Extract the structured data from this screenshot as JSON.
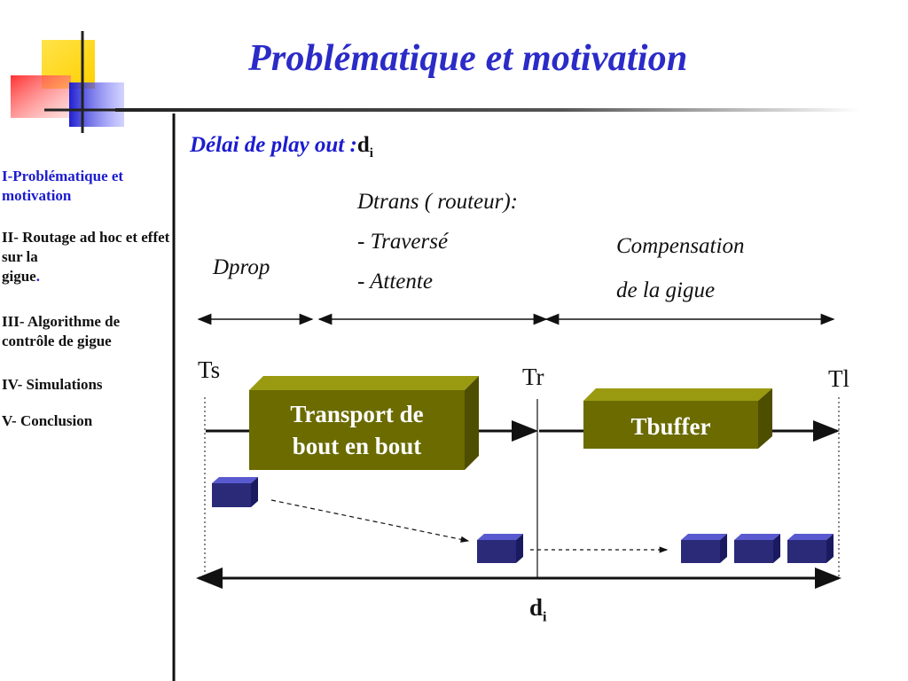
{
  "title": "Problématique et motivation",
  "sidebar": {
    "items": [
      {
        "num": "I-",
        "label": "Problématique et motivation"
      },
      {
        "num": "II-",
        "label": " Routage ad hoc et effet sur la",
        "extra": " gigue",
        "dot": "."
      },
      {
        "num": "III-",
        "label": " Algorithme de contrôle de gigue"
      },
      {
        "num": "IV-",
        "label": " Simulations"
      },
      {
        "num": "V-",
        "label": " Conclusion"
      }
    ]
  },
  "subtitle": {
    "text": "Délai de play out :",
    "var": "d",
    "sub": "i"
  },
  "segments": {
    "dprop": "Dprop",
    "dtrans_title": "Dtrans  ( routeur):",
    "dtrans_item1": "- Traversé",
    "dtrans_item2": "- Attente",
    "comp_line1": "Compensation",
    "comp_line2": "de la gigue"
  },
  "times": {
    "ts": "Ts",
    "tr": "Tr",
    "tl": "Tl"
  },
  "boxes": {
    "transport_line1": "Transport de",
    "transport_line2": "bout en bout",
    "tbuffer": "Tbuffer"
  },
  "di_label": {
    "var": "d",
    "sub": "i"
  },
  "colors": {
    "accent_blue": "#1c1ccf",
    "box_olive": "#6b6b00",
    "packet_navy": "#2a2a78"
  }
}
